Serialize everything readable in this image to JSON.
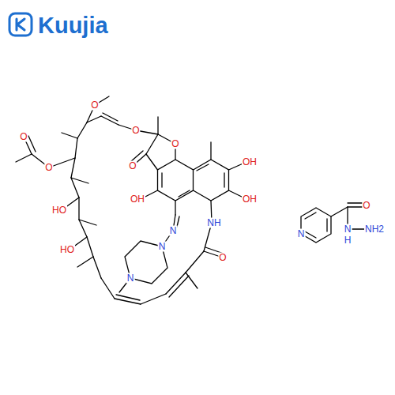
{
  "diagram": {
    "labels": [
      "Kuujia",
      "O",
      "O",
      "O",
      "O",
      "OH",
      "OH",
      "OH",
      "O",
      "O",
      "HO",
      "HO",
      "N",
      "NH",
      "N",
      "N",
      "O",
      "N",
      "O",
      "N",
      "H",
      "NH2"
    ]
  }
}
